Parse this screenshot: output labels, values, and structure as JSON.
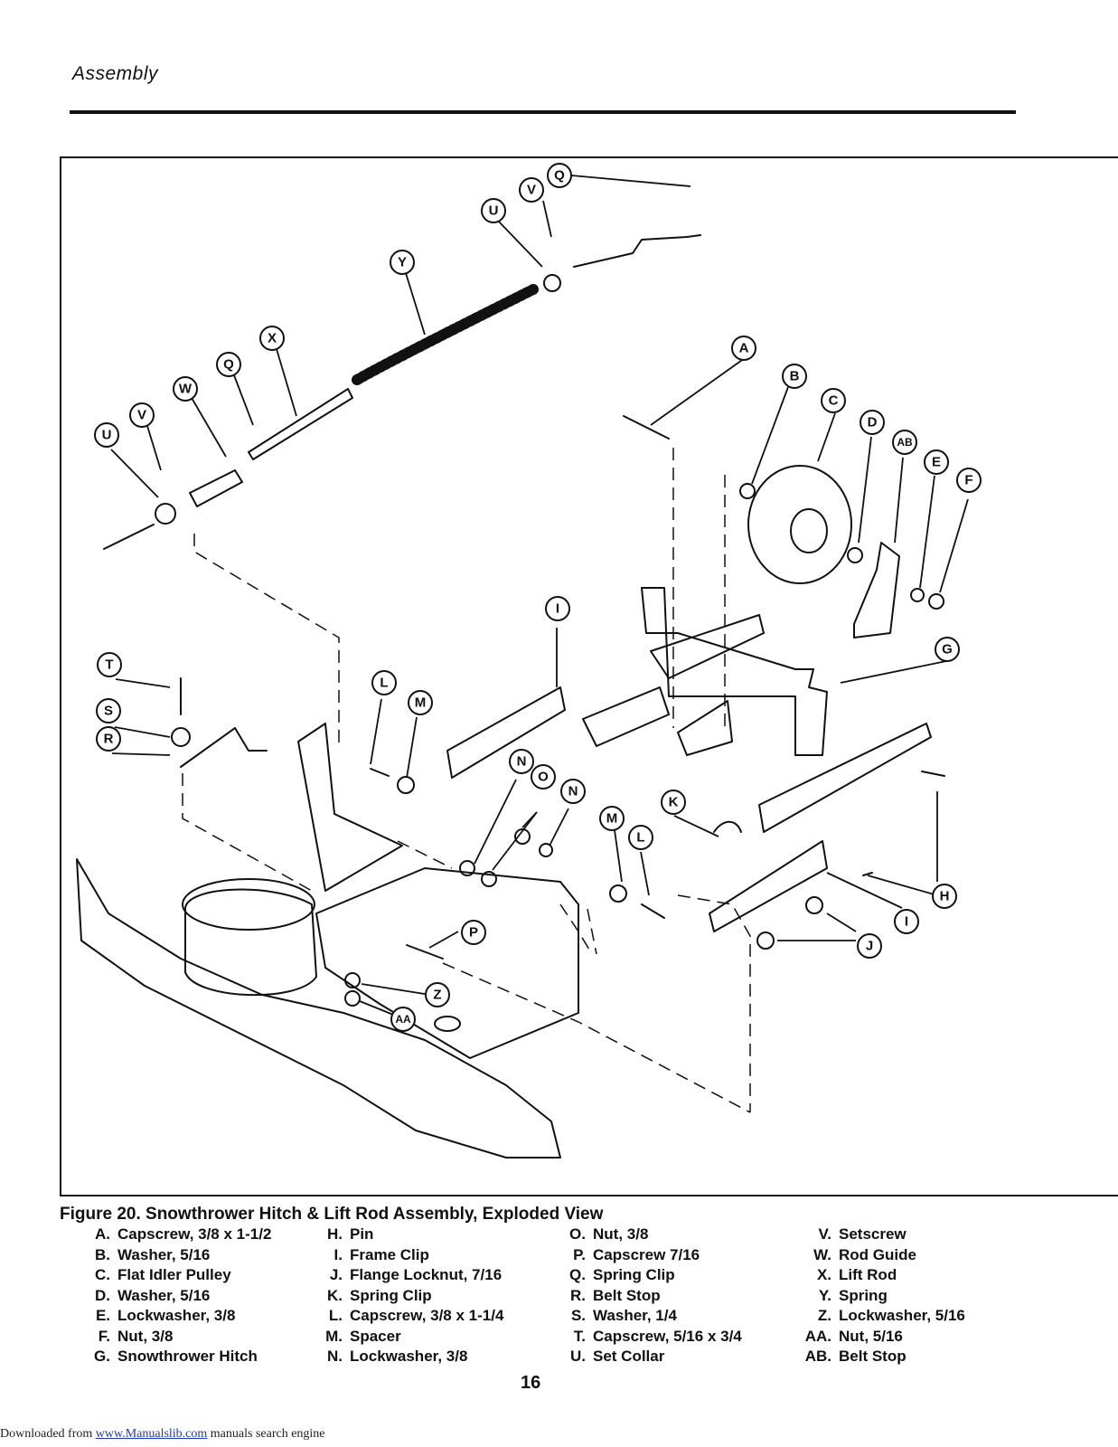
{
  "header": {
    "section": "Assembly"
  },
  "figure": {
    "caption": "Figure 20. Snowthrower Hitch & Lift Rod Assembly, Exploded View",
    "callouts": [
      "A",
      "B",
      "C",
      "D",
      "AB",
      "E",
      "F",
      "G",
      "H",
      "I",
      "J",
      "K",
      "L",
      "M",
      "N",
      "O",
      "P",
      "Q",
      "R",
      "S",
      "T",
      "U",
      "V",
      "W",
      "X",
      "Y",
      "Z",
      "AA"
    ]
  },
  "legend": {
    "col1": [
      {
        "key": "A.",
        "label": "Capscrew, 3/8 x 1-1/2"
      },
      {
        "key": "B.",
        "label": "Washer, 5/16"
      },
      {
        "key": "C.",
        "label": "Flat Idler Pulley"
      },
      {
        "key": "D.",
        "label": "Washer, 5/16"
      },
      {
        "key": "E.",
        "label": "Lockwasher, 3/8"
      },
      {
        "key": "F.",
        "label": "Nut, 3/8"
      },
      {
        "key": "G.",
        "label": "Snowthrower Hitch"
      }
    ],
    "col2": [
      {
        "key": "H.",
        "label": "Pin"
      },
      {
        "key": "I.",
        "label": "Frame Clip"
      },
      {
        "key": "J.",
        "label": "Flange Locknut, 7/16"
      },
      {
        "key": "K.",
        "label": "Spring Clip"
      },
      {
        "key": "L.",
        "label": "Capscrew, 3/8 x 1-1/4"
      },
      {
        "key": "M.",
        "label": "Spacer"
      },
      {
        "key": "N.",
        "label": "Lockwasher, 3/8"
      }
    ],
    "col3": [
      {
        "key": "O.",
        "label": "Nut, 3/8"
      },
      {
        "key": "P.",
        "label": "Capscrew 7/16"
      },
      {
        "key": "Q.",
        "label": "Spring Clip"
      },
      {
        "key": "R.",
        "label": "Belt Stop"
      },
      {
        "key": "S.",
        "label": "Washer, 1/4"
      },
      {
        "key": "T.",
        "label": "Capscrew, 5/16 x 3/4"
      },
      {
        "key": "U.",
        "label": "Set Collar"
      }
    ],
    "col4": [
      {
        "key": "V.",
        "label": "Setscrew"
      },
      {
        "key": "W.",
        "label": "Rod Guide"
      },
      {
        "key": "X.",
        "label": "Lift Rod"
      },
      {
        "key": "Y.",
        "label": "Spring"
      },
      {
        "key": "Z.",
        "label": "Lockwasher, 5/16"
      },
      {
        "key": "AA.",
        "label": "Nut, 5/16"
      },
      {
        "key": "AB.",
        "label": "Belt Stop"
      }
    ]
  },
  "page_number": "16",
  "footer": {
    "prefix": "Downloaded from ",
    "link": "www.Manualslib.com",
    "suffix": " manuals search engine"
  }
}
